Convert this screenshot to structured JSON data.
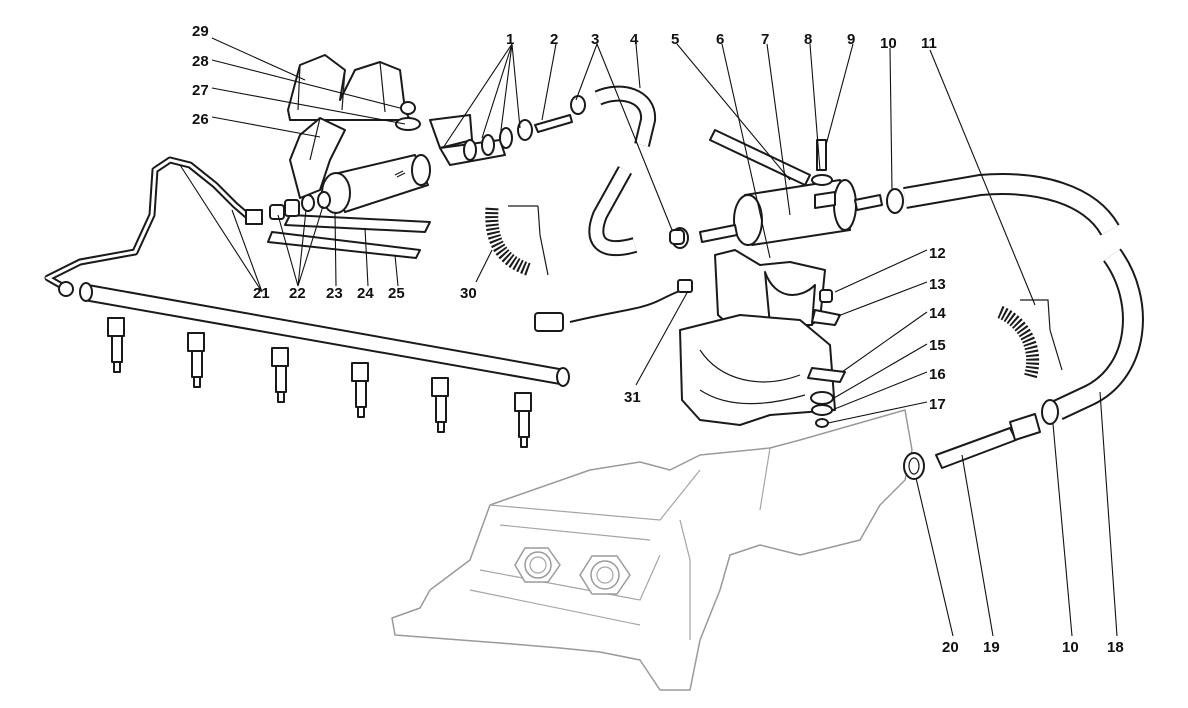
{
  "diagram": {
    "type": "exploded-parts-diagram",
    "callouts": [
      "1",
      "2",
      "3",
      "4",
      "5",
      "6",
      "7",
      "8",
      "9",
      "10",
      "11",
      "12",
      "13",
      "14",
      "15",
      "16",
      "17",
      "18",
      "19",
      "20",
      "21",
      "22",
      "23",
      "24",
      "25",
      "26",
      "27",
      "28",
      "29",
      "30",
      "31"
    ],
    "labels": [
      {
        "id": "lbl-29",
        "text": "29"
      },
      {
        "id": "lbl-28",
        "text": "28"
      },
      {
        "id": "lbl-27",
        "text": "27"
      },
      {
        "id": "lbl-26",
        "text": "26"
      },
      {
        "id": "lbl-1",
        "text": "1"
      },
      {
        "id": "lbl-2",
        "text": "2"
      },
      {
        "id": "lbl-3",
        "text": "3"
      },
      {
        "id": "lbl-4",
        "text": "4"
      },
      {
        "id": "lbl-5",
        "text": "5"
      },
      {
        "id": "lbl-6",
        "text": "6"
      },
      {
        "id": "lbl-7",
        "text": "7"
      },
      {
        "id": "lbl-8",
        "text": "8"
      },
      {
        "id": "lbl-9",
        "text": "9"
      },
      {
        "id": "lbl-10a",
        "text": "10"
      },
      {
        "id": "lbl-11",
        "text": "11"
      },
      {
        "id": "lbl-12",
        "text": "12"
      },
      {
        "id": "lbl-13",
        "text": "13"
      },
      {
        "id": "lbl-14",
        "text": "14"
      },
      {
        "id": "lbl-15",
        "text": "15"
      },
      {
        "id": "lbl-16",
        "text": "16"
      },
      {
        "id": "lbl-17",
        "text": "17"
      },
      {
        "id": "lbl-21",
        "text": "21"
      },
      {
        "id": "lbl-22",
        "text": "22"
      },
      {
        "id": "lbl-23",
        "text": "23"
      },
      {
        "id": "lbl-24",
        "text": "24"
      },
      {
        "id": "lbl-25",
        "text": "25"
      },
      {
        "id": "lbl-30",
        "text": "30"
      },
      {
        "id": "lbl-31",
        "text": "31"
      },
      {
        "id": "lbl-20",
        "text": "20"
      },
      {
        "id": "lbl-19",
        "text": "19"
      },
      {
        "id": "lbl-10b",
        "text": "10"
      },
      {
        "id": "lbl-18",
        "text": "18"
      }
    ],
    "colors": {
      "ink": "#111111",
      "faint": "#9a9a9a",
      "fill": "#ffffff"
    }
  }
}
